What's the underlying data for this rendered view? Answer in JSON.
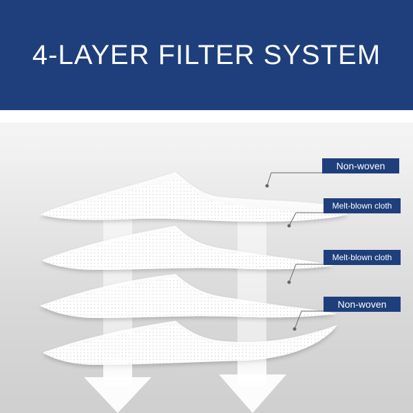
{
  "banner": {
    "title": "4-LAYER FILTER SYSTEM",
    "color": "#1e3f7b"
  },
  "layers": [
    {
      "label": "Non-woven"
    },
    {
      "label": "Melt-blown cloth"
    },
    {
      "label": "Melt-blown cloth"
    },
    {
      "label": "Non-woven"
    }
  ],
  "colors": {
    "label_bg": "#1e3f7b",
    "label_text": "#ffffff",
    "leader_line": "#666666"
  }
}
